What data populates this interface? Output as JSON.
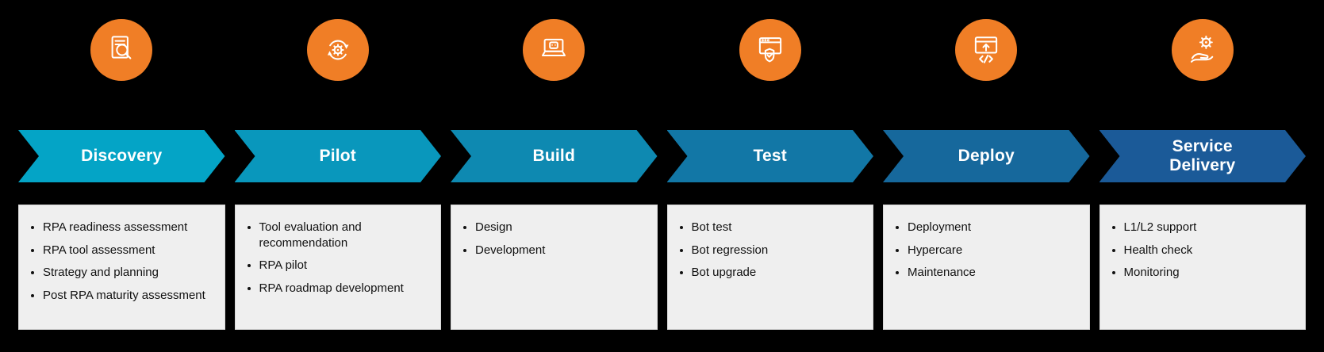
{
  "colors": {
    "background": "#000000",
    "icon_circle": "#F07E26",
    "box_background": "#EFEFEF"
  },
  "stages": [
    {
      "label": "Discovery",
      "icon": "document-search-icon",
      "arrow_color": "#04A4C6",
      "items": [
        "RPA readiness assessment",
        "RPA tool assessment",
        "Strategy and planning",
        "Post RPA maturity assessment"
      ]
    },
    {
      "label": "Pilot",
      "icon": "gear-sync-icon",
      "arrow_color": "#0997BC",
      "items": [
        "Tool evaluation and recommendation",
        "RPA pilot",
        "RPA roadmap development"
      ]
    },
    {
      "label": "Build",
      "icon": "laptop-bot-icon",
      "arrow_color": "#0E89B1",
      "items": [
        "Design",
        "Development"
      ]
    },
    {
      "label": "Test",
      "icon": "browser-shield-check-icon",
      "arrow_color": "#1277A6",
      "items": [
        "Bot test",
        "Bot regression",
        "Bot upgrade"
      ]
    },
    {
      "label": "Deploy",
      "icon": "browser-upload-code-icon",
      "arrow_color": "#16689C",
      "items": [
        "Deployment",
        "Hypercare",
        "Maintenance"
      ]
    },
    {
      "label": "Service\nDelivery",
      "icon": "hand-gear-icon",
      "arrow_color": "#1B5A98",
      "items": [
        "L1/L2 support",
        "Health check",
        "Monitoring"
      ]
    }
  ]
}
